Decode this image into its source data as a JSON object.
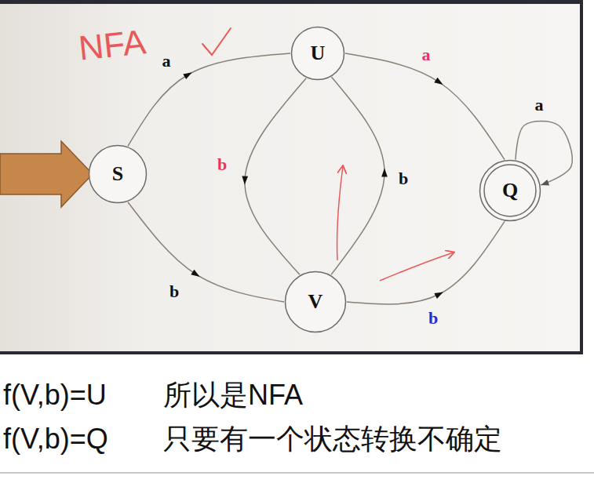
{
  "diagram": {
    "nodes": [
      {
        "text": [
          "S"
        ]
      },
      {
        "text": [
          "U"
        ]
      },
      {
        "text": [
          "V"
        ]
      },
      {
        "text": [
          "Q"
        ]
      }
    ],
    "edges": [
      {
        "from": 0,
        "to": 1,
        "label": "a",
        "arrow": "to"
      },
      {
        "from": 0,
        "to": 2,
        "label": "b",
        "arrow": "to"
      },
      {
        "from": 1,
        "to": 2,
        "label": "b",
        "arrow": "to"
      },
      {
        "from": 2,
        "to": 1,
        "label": "b",
        "arrow": "to"
      },
      {
        "from": 1,
        "to": 3,
        "label": "a",
        "arrow": "to"
      },
      {
        "from": 2,
        "to": 3,
        "label": "b",
        "arrow": "to"
      },
      {
        "from": 3,
        "to": 3,
        "label": "a",
        "arrow": "to"
      }
    ],
    "labels": [
      "NFA",
      "f(V,b)=U",
      "所以是NFA",
      "f(V,b)=Q",
      "只要有一个状态转换不确定"
    ]
  }
}
